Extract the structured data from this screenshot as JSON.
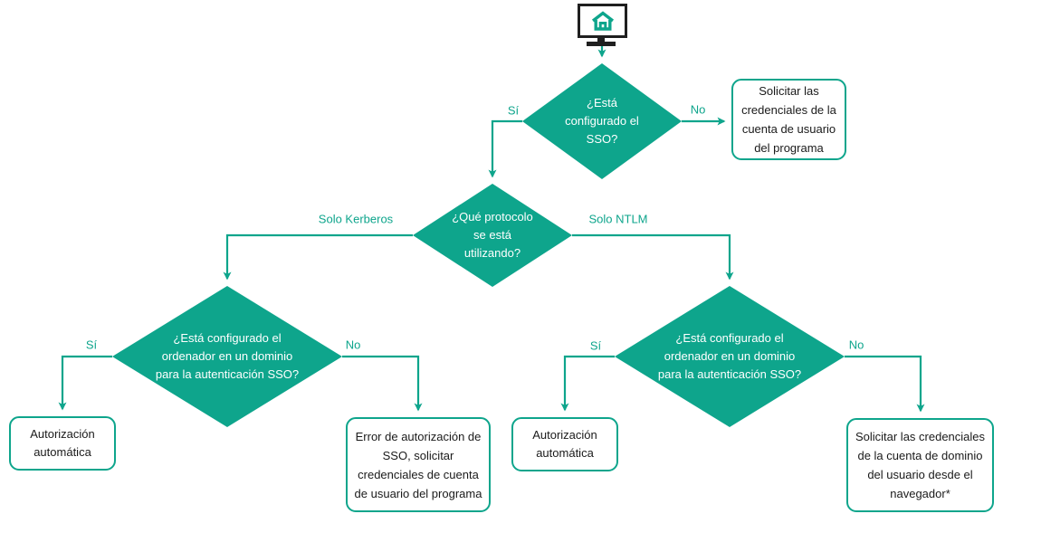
{
  "colors": {
    "accent_teal": "#0EA58C",
    "monitor_black": "#1F1F1F",
    "box_text": "#1A1A1A",
    "diamond_text": "#FFFFFF",
    "background": "#FFFFFF"
  },
  "icons": {
    "start": "computer-monitor-with-home-icon"
  },
  "flow": {
    "d1": {
      "lines": [
        "¿Está",
        "configurado el",
        "SSO?"
      ]
    },
    "d2": {
      "lines": [
        "¿Qué protocolo",
        "se está",
        "utilizando?"
      ]
    },
    "d3": {
      "lines": [
        "¿Está configurado el",
        "ordenador en un dominio",
        "para la autenticación SSO?"
      ]
    },
    "d4": {
      "lines": [
        "¿Está configurado el",
        "ordenador en un dominio",
        "para la autenticación SSO?"
      ]
    },
    "r1": {
      "lines": [
        "Solicitar las",
        "credenciales de la",
        "cuenta de usuario",
        "del programa"
      ]
    },
    "r2": {
      "lines": [
        "Autorización",
        "automática"
      ]
    },
    "r3": {
      "lines": [
        "Error de autorización de",
        "SSO, solicitar",
        "credenciales de cuenta",
        "de usuario del programa"
      ]
    },
    "r4": {
      "lines": [
        "Autorización",
        "automática"
      ]
    },
    "r5": {
      "lines": [
        "Solicitar las credenciales",
        "de la cuenta de dominio",
        "del usuario desde el",
        "navegador*"
      ]
    },
    "labels": {
      "yes": "Sí",
      "no": "No",
      "kerberos": "Solo Kerberos",
      "ntlm": "Solo NTLM"
    }
  }
}
